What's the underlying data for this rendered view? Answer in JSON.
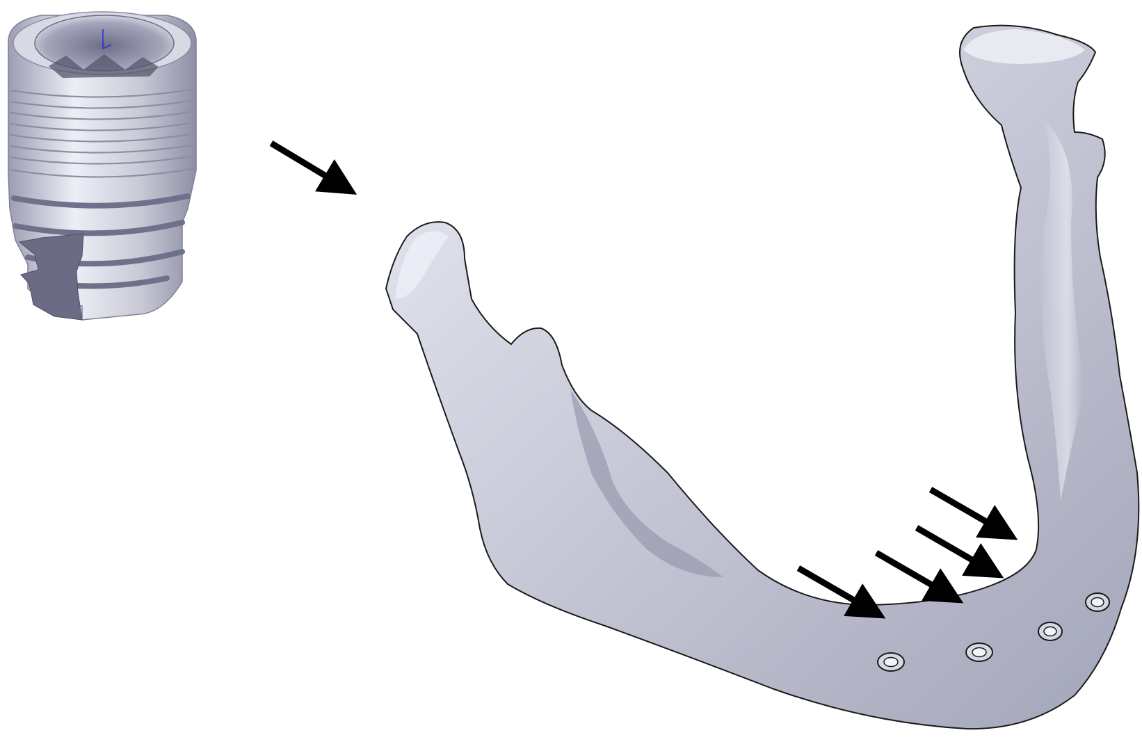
{
  "figure": {
    "background": "#ffffff",
    "implant": {
      "name": "dental-implant",
      "body_color": "#c9cad6",
      "highlight_color": "#eeeef6",
      "shadow_color": "#7e7f96"
    },
    "mandible": {
      "name": "mandible",
      "body_color": "#c5c7d6",
      "highlight_color": "#eef0f7",
      "shadow_color": "#8a8ca3",
      "outline_color": "#1a1a1a",
      "implant_sites": 4
    },
    "arrows": {
      "color": "#000000",
      "count": 5
    }
  }
}
